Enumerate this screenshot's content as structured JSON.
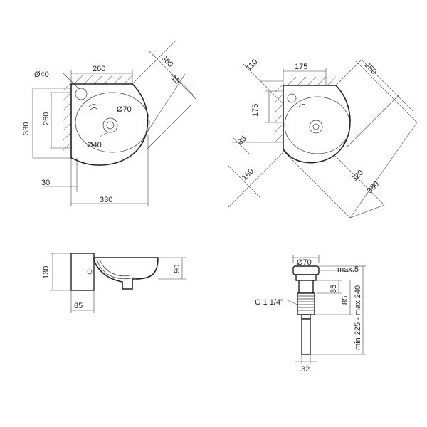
{
  "top_left_view": {
    "d_tap_hole": "Ø40",
    "width_tap_side": "260",
    "diagonal": "360",
    "offset": "15",
    "d_drain": "Ø70",
    "d_overflow": "Ø40",
    "depth_total": "330",
    "depth_tap_side": "260",
    "wall_offset": "30",
    "width_total": "330"
  },
  "top_right_view": {
    "front_offset": "110",
    "tap_axis_width": "175",
    "diagonal_width": "250",
    "tap_axis_depth": "175",
    "side_offset": "85",
    "side_length": "160",
    "inner_length": "320",
    "outer_length": "380"
  },
  "side_view": {
    "height": "130",
    "bowl_depth": "90",
    "wall_depth": "85"
  },
  "drain_view": {
    "drain_diameter": "Ø70",
    "max_gap": "max.5",
    "thread_height": "35",
    "body_height": "85",
    "thread_spec": "G 1 1/4\"",
    "length_range": "min 225 - max 240",
    "pipe_diameter": "32"
  }
}
